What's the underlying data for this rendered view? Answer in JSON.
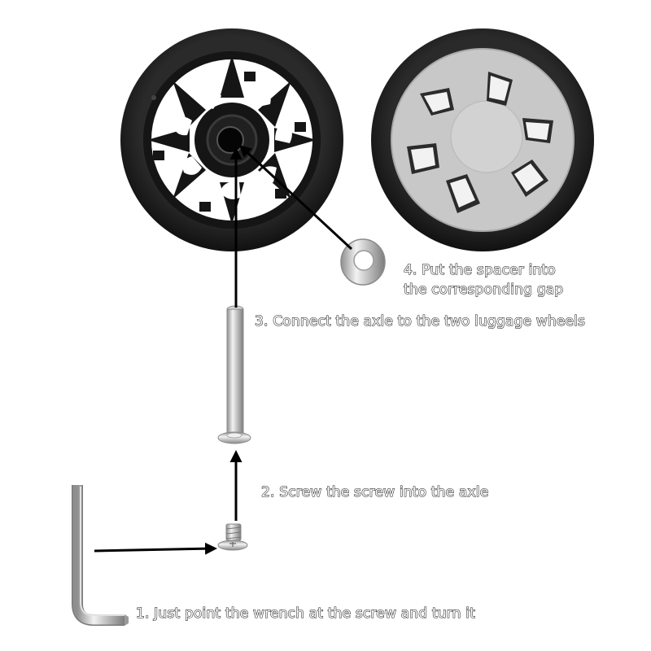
{
  "steps": {
    "step1": "1. Just point the wrench at the screw and turn it",
    "step2": "2. Screw the screw into the axle",
    "step3": "3. Connect the axle to the two luggage wheels",
    "step4_line1": "4. Put the spacer into",
    "step4_line2": "the corresponding gap"
  },
  "colors": {
    "tire": "#1c1c1c",
    "hub_black": "#151515",
    "hub_grey": "#c9c9c9",
    "metal": "#b8b8b8",
    "arrow": "#000000"
  },
  "icons": [
    "wheel-back-icon",
    "wheel-front-icon",
    "spacer-washer-icon",
    "axle-icon",
    "screw-icon",
    "allen-wrench-icon"
  ]
}
